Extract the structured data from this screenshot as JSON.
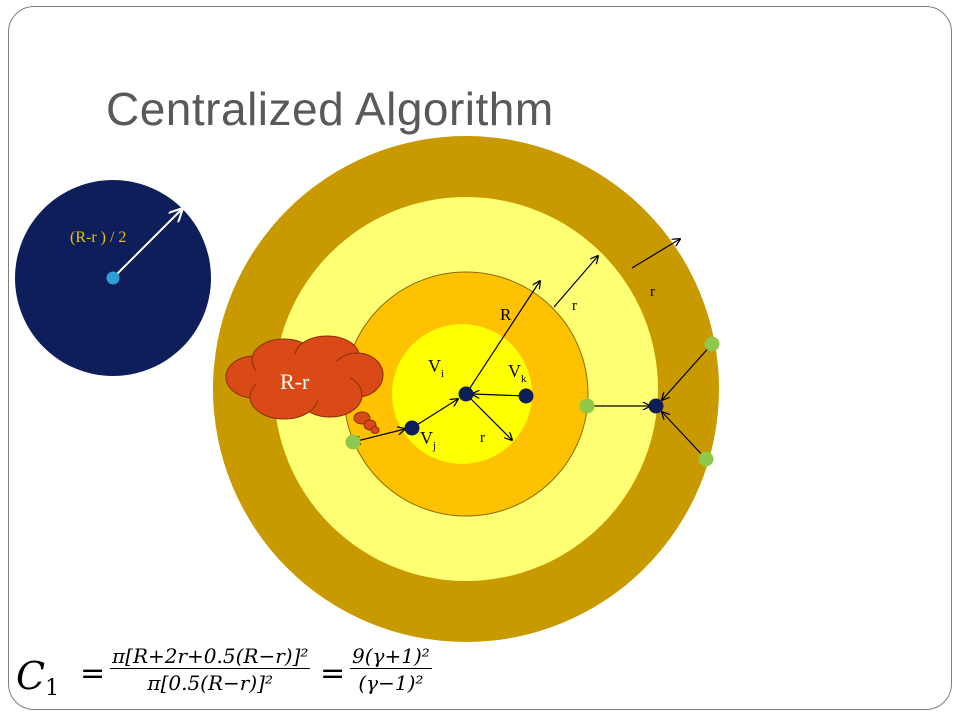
{
  "slide": {
    "title": "Centralized Algorithm"
  },
  "diagram": {
    "small_circle_label": "(R-r ) / 2",
    "labels": {
      "r_outer": "r",
      "r_middle": "r",
      "R": "R",
      "r_inner": "r",
      "vi": "V",
      "vi_sub": "i",
      "vj": "V",
      "vj_sub": "j",
      "vk": "V",
      "vk_sub": "k"
    },
    "cloud_label": "R-r",
    "colors": {
      "small_circle": "#0d1e5b",
      "outer_ring": "#c89a00",
      "light_ring": "#ffff73",
      "mid_ring": "#ffc200",
      "center": "#ffff00",
      "cloud": "#d94a17",
      "node_dark": "#0d1e5b",
      "node_green": "#8fc84a",
      "center_dot": "#2c9ed8"
    }
  },
  "formula": {
    "lhs": "C",
    "lhs_sub": "1",
    "eq": "=",
    "frac1_num": "π[R+2r+0.5(R−r)]²",
    "frac1_den": "π[0.5(R−r)]²",
    "frac2_num": "9(γ+1)²",
    "frac2_den": "(γ−1)²"
  }
}
